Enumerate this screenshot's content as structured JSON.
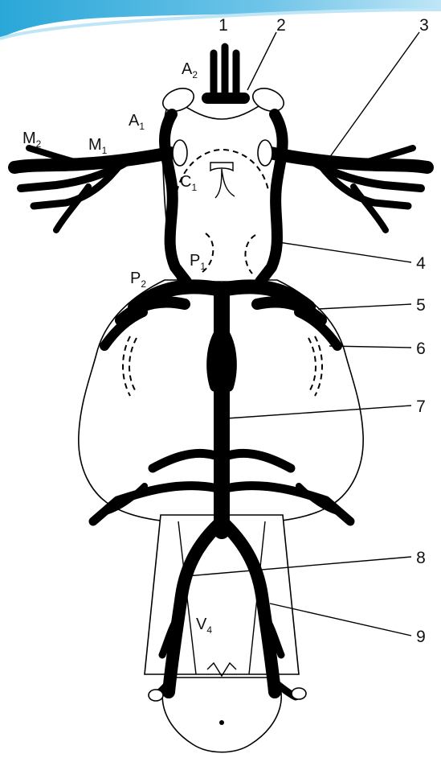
{
  "slide": {
    "accent_colors": [
      "#29a7d8",
      "#6fc4e8",
      "#bfe6f6"
    ]
  },
  "diagram": {
    "numbers": {
      "n1": "1",
      "n2": "2",
      "n3": "3",
      "n4": "4",
      "n5": "5",
      "n6": "6",
      "n7": "7",
      "n8": "8",
      "n9": "9"
    },
    "labels": {
      "a2": {
        "main": "A",
        "sub": "2"
      },
      "a1": {
        "main": "A",
        "sub": "1"
      },
      "m2": {
        "main": "M",
        "sub": "2"
      },
      "m1": {
        "main": "M",
        "sub": "1"
      },
      "c1": {
        "main": "C",
        "sub": "1"
      },
      "p1": {
        "main": "P",
        "sub": "1"
      },
      "p2": {
        "main": "P",
        "sub": "2"
      },
      "v4": {
        "main": "V",
        "sub": "4"
      }
    }
  }
}
